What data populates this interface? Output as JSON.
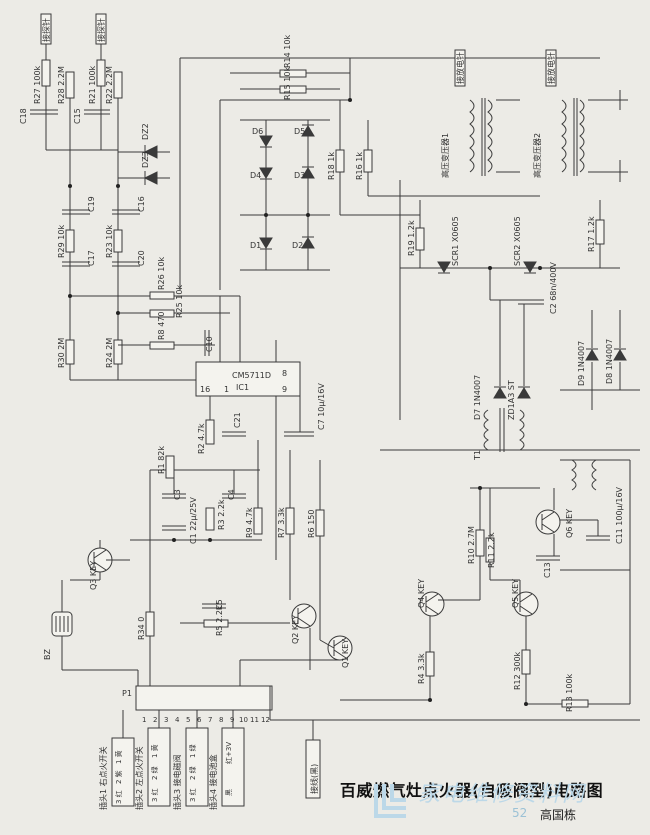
{
  "title": "百威燃气灶点火器(自吸阀型)电路图",
  "author": "高国栋",
  "watermark": {
    "text": "家电维修资料网",
    "url": "52"
  },
  "probes": {
    "left1": "接探针",
    "left2": "接探针",
    "right1": "接放电针",
    "right2": "接放电针",
    "bottom": "接线(黑)"
  },
  "transformers": {
    "hv1": "高压变压器1",
    "hv2": "高压变压器2",
    "t1": "T1"
  },
  "resistors": {
    "R27": "R27 100k",
    "R28": "R28 2.2M",
    "R21": "R21 100k",
    "R22": "R22 2.2M",
    "R14": "R14 10k",
    "R15": "R15 10k",
    "R18": "R18 1k",
    "R16": "R16 1k",
    "R19": "R19 1.2k",
    "R17": "R17 1.2k",
    "R29": "R29 10k",
    "R23": "R23 10k",
    "R26": "R26 10k",
    "R25": "R25 10k",
    "R30": "R30 2M",
    "R24": "R24 2M",
    "R8": "R8 470",
    "R1": "R1 82k",
    "R2": "R2 4.7k",
    "R3": "R3 2.2k",
    "R9": "R9 4.7k",
    "R7": "R7 3.3k",
    "R6": "R6 150",
    "R5": "R5 2.2k",
    "R34": "R34 0",
    "R4": "R4 3.3k",
    "R10": "R10 2.7M",
    "R11": "R11 2.2k",
    "R12": "R12 300k",
    "R13": "R13 100k"
  },
  "capacitors": {
    "C18": "C18",
    "C15": "C15",
    "C19": "C19",
    "C16": "C16",
    "C17": "C17",
    "C20": "C20",
    "C10": "C10",
    "C21": "C21",
    "C3": "C3",
    "C4": "C4",
    "C5": "C5",
    "C1": "C1 22μ/25V",
    "C2": "C2 68n/400V",
    "C7": "C7 10μ/16V",
    "C13": "C13",
    "C11": "C11 100μ/16V"
  },
  "diodes": {
    "D1": "D1",
    "D2": "D2",
    "D3": "D3",
    "D4": "D4",
    "D5": "D5",
    "D6": "D6",
    "D7": "D7 1N4007",
    "D8": "D8 1N4007",
    "D9": "D9 1N4007",
    "ZD": "ZD1A3 ST",
    "DZ2": "DZ2",
    "DZ3": "DZ3"
  },
  "scr": {
    "SCR1": "SCR1 X0605",
    "SCR2": "SCR2 X0605"
  },
  "ic": {
    "name": "IC1",
    "part": "CM5711D",
    "pin16": "16",
    "pin1": "1",
    "pin8": "8",
    "pin9": "9"
  },
  "transistors": {
    "Q1": "Q1 KEY",
    "Q2": "Q2 KEY",
    "Q3": "Q3 KEY",
    "Q4": "Q4 KEY",
    "Q5": "Q5 KEY",
    "Q6": "Q6 KEY"
  },
  "buzzer": "BZ",
  "connector": {
    "name": "P1",
    "pins": [
      "1",
      "2",
      "3",
      "4",
      "5",
      "6",
      "7",
      "8",
      "9",
      "10",
      "11",
      "12"
    ],
    "plugs": [
      {
        "label": "插头1 右点火开关",
        "rows": [
          "1 黄",
          "2 紫",
          "3 红"
        ]
      },
      {
        "label": "插头2 左点火开关",
        "rows": [
          "1 黄",
          "2 绿",
          "3 红"
        ]
      },
      {
        "label": "插头3 接电磁阀",
        "rows": [
          "1 绿",
          "2 绿",
          "3 红"
        ]
      },
      {
        "label": "插头4 接电池盒",
        "rows": [
          "红+3V",
          "黑"
        ]
      }
    ]
  }
}
